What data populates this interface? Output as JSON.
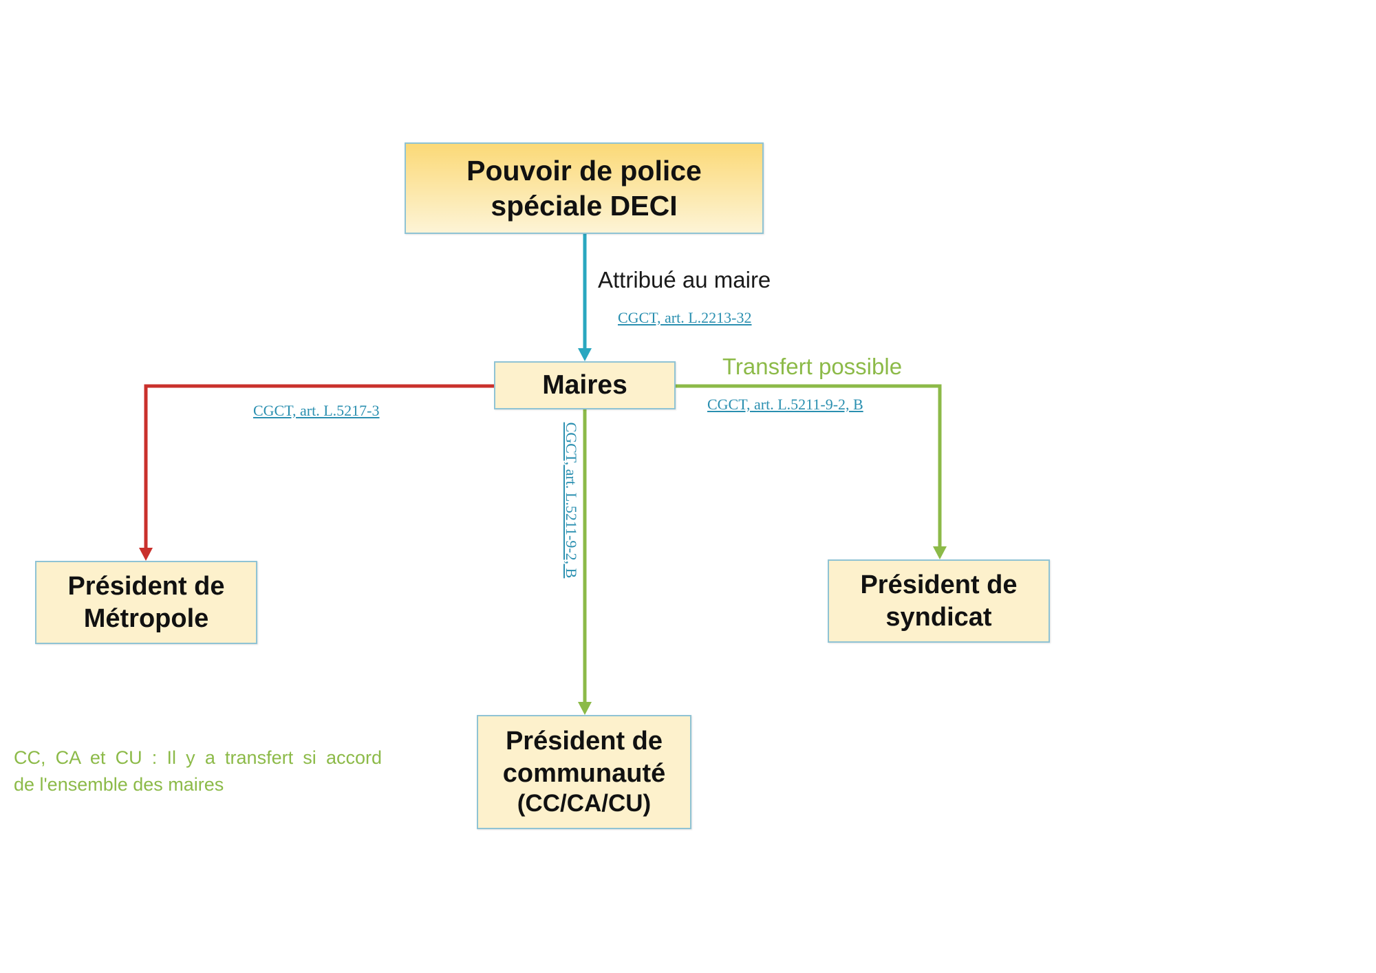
{
  "nodes": {
    "top": [
      "Pouvoir de police",
      "spéciale DECI"
    ],
    "maires": "Maires",
    "metropole": [
      "Président de",
      "Métropole"
    ],
    "syndicat": [
      "Président de",
      "syndicat"
    ],
    "communaute": [
      "Président de",
      "communauté",
      "(CC/CA/CU)"
    ]
  },
  "edges": {
    "attribue_label": "Attribué au maire",
    "attribue_ref": "CGCT, art. L.2213-32",
    "metropole_ref": "CGCT, art. L.5217-3",
    "transfert_label": "Transfert possible",
    "syndicat_ref": "CGCT, art. L.5211-9-2, B",
    "communaute_ref": "CGCT, art. L.5211-9-2, B"
  },
  "note": [
    "CC, CA et CU : Il y a transfert si accord",
    "de l'ensemble des maires"
  ],
  "colors": {
    "blue_arrow": "#2aa7c0",
    "red_arrow": "#c9302c",
    "green_arrow": "#8cba48",
    "box_fill": "#fdf1cc",
    "box_border": "#8fc3d4",
    "ref_link": "#2a8fb0"
  }
}
